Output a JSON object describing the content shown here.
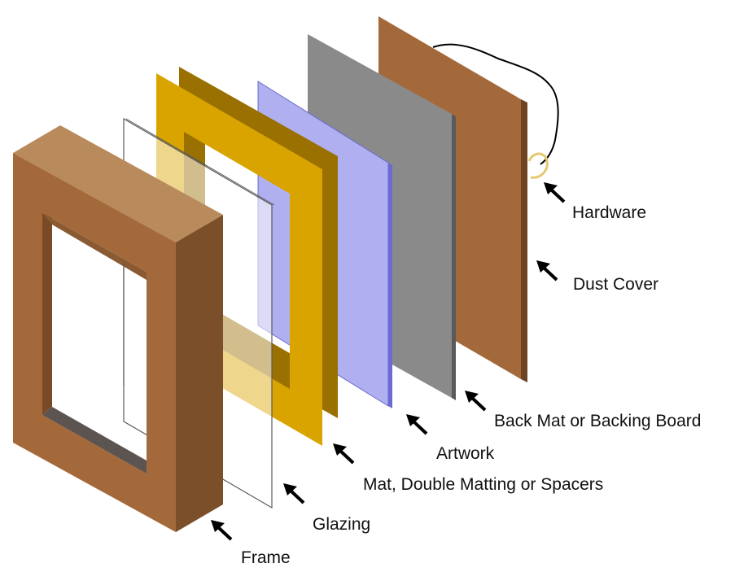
{
  "colors": {
    "frame_front": "#a4693a",
    "frame_top": "#b98a5c",
    "frame_side": "#7b4f2a",
    "frame_inner_shadow": "#5c5450",
    "frame_inner_lit": "#7a4a26",
    "glazing_stroke": "#5a5a5a",
    "mat_front": "#d9a400",
    "mat_back": "#9a7000",
    "artwork": "#b0b0f0",
    "artwork_edge": "#6a6ad0",
    "backing": "#8a8a8a",
    "backing_edge": "#5a5a5a",
    "dust_cover": "#a4693a",
    "dust_cover_edge": "#6e4321",
    "hanger_ring": "#e8c870",
    "wire": "#000000",
    "label_text": "#111111",
    "arrow": "#000000"
  },
  "labels": {
    "hardware": "Hardware",
    "dust_cover": "Dust Cover",
    "backing": "Back Mat or Backing Board",
    "artwork": "Artwork",
    "mat": "Mat, Double Matting or Spacers",
    "glazing": "Glazing",
    "frame": "Frame"
  }
}
